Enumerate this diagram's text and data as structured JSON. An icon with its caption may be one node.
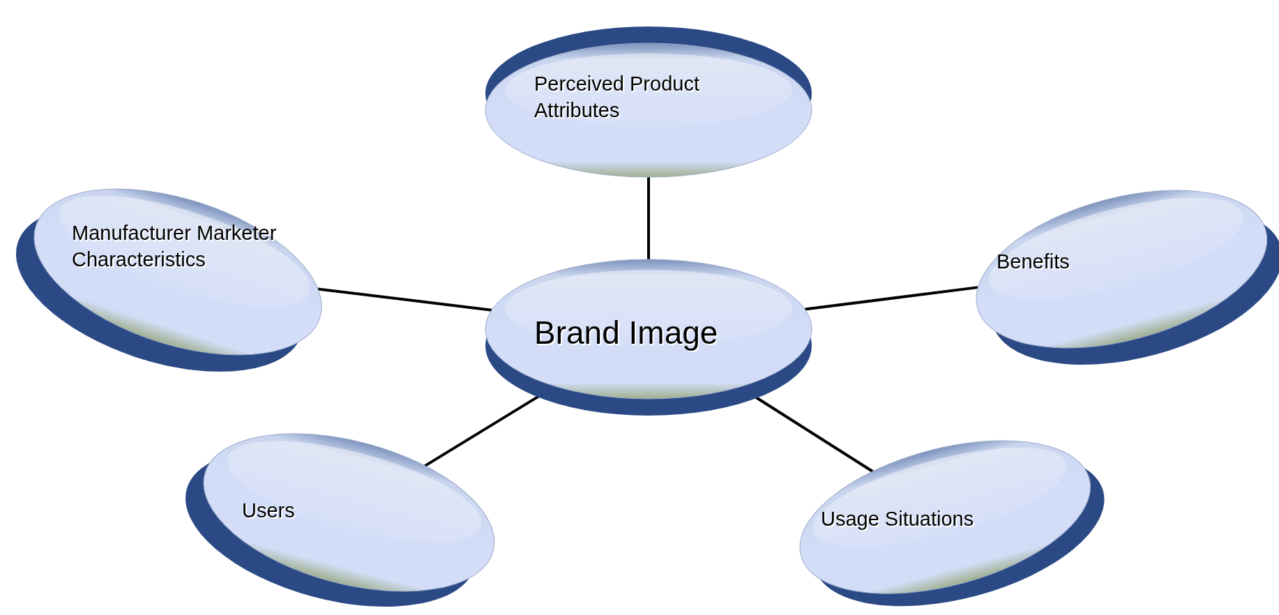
{
  "diagram": {
    "nodes": [
      {
        "text": [
          "Brand Image"
        ]
      },
      {
        "text": [
          "Perceived Product Attributes"
        ]
      },
      {
        "text": [
          "Manufacturer Marketer Characteristics"
        ]
      },
      {
        "text": [
          "Benefits"
        ]
      },
      {
        "text": [
          "Users"
        ]
      },
      {
        "text": [
          "Usage Situations"
        ]
      }
    ],
    "edges": [
      {
        "from": 0,
        "to": 1,
        "arrow": "none"
      },
      {
        "from": 0,
        "to": 2,
        "arrow": "none"
      },
      {
        "from": 0,
        "to": 3,
        "arrow": "none"
      },
      {
        "from": 0,
        "to": 4,
        "arrow": "none"
      },
      {
        "from": 0,
        "to": 5,
        "arrow": "none"
      }
    ]
  }
}
